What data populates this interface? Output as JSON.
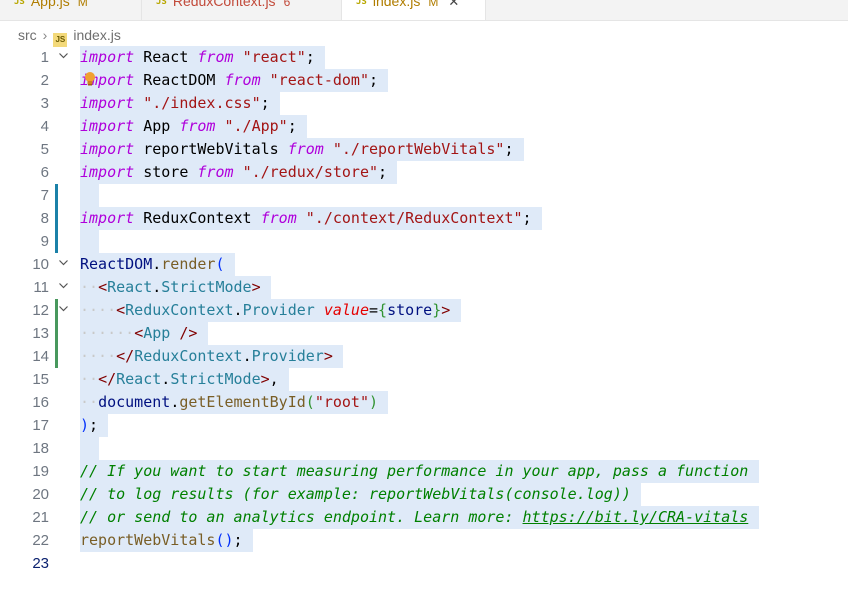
{
  "tabs": [
    {
      "label": "App.js",
      "badge": "M",
      "state": "modified"
    },
    {
      "label": "ReduxContext.js",
      "badge": "6",
      "state": "error"
    },
    {
      "label": "index.js",
      "badge": "M",
      "state": "active"
    }
  ],
  "icons": {
    "js_file": "js-file-icon",
    "close": "close-icon",
    "lightbulb": "lightbulb-icon",
    "fold": "chevron-down-icon"
  },
  "breadcrumb": {
    "folder": "src",
    "file": "index.js"
  },
  "colors": {
    "keyword": "#af00db",
    "string": "#a31515",
    "comment": "#008000",
    "selection": "#dfeaf8",
    "gutter_modified": "#1b81a8",
    "gutter_added": "#48985d"
  },
  "lines": [
    {
      "n": "1",
      "fold": true,
      "tokens": [
        [
          "kw",
          "import"
        ],
        [
          "punc",
          " React "
        ],
        [
          "kw",
          "from"
        ],
        [
          "punc",
          " "
        ],
        [
          "str",
          "\"react\""
        ],
        [
          "punc",
          ";"
        ]
      ]
    },
    {
      "n": "2",
      "tokens": [
        [
          "kw",
          "import"
        ],
        [
          "punc",
          " ReactDOM "
        ],
        [
          "kw",
          "from"
        ],
        [
          "punc",
          " "
        ],
        [
          "str",
          "\"react-dom\""
        ],
        [
          "punc",
          ";"
        ]
      ]
    },
    {
      "n": "3",
      "tokens": [
        [
          "kw",
          "import"
        ],
        [
          "punc",
          " "
        ],
        [
          "str",
          "\"./index.css\""
        ],
        [
          "punc",
          ";"
        ]
      ]
    },
    {
      "n": "4",
      "tokens": [
        [
          "kw",
          "import"
        ],
        [
          "punc",
          " App "
        ],
        [
          "kw",
          "from"
        ],
        [
          "punc",
          " "
        ],
        [
          "str",
          "\"./App\""
        ],
        [
          "punc",
          ";"
        ]
      ]
    },
    {
      "n": "5",
      "tokens": [
        [
          "kw",
          "import"
        ],
        [
          "punc",
          " reportWebVitals "
        ],
        [
          "kw",
          "from"
        ],
        [
          "punc",
          " "
        ],
        [
          "str",
          "\"./reportWebVitals\""
        ],
        [
          "punc",
          ";"
        ]
      ]
    },
    {
      "n": "6",
      "tokens": [
        [
          "kw",
          "import"
        ],
        [
          "punc",
          " store "
        ],
        [
          "kw",
          "from"
        ],
        [
          "punc",
          " "
        ],
        [
          "str",
          "\"./redux/store\""
        ],
        [
          "punc",
          ";"
        ]
      ]
    },
    {
      "n": "7",
      "tokens": []
    },
    {
      "n": "8",
      "tokens": [
        [
          "kw",
          "import"
        ],
        [
          "punc",
          " ReduxContext "
        ],
        [
          "kw",
          "from"
        ],
        [
          "punc",
          " "
        ],
        [
          "str",
          "\"./context/ReduxContext\""
        ],
        [
          "punc",
          ";"
        ]
      ]
    },
    {
      "n": "9",
      "tokens": []
    },
    {
      "n": "10",
      "fold": true,
      "tokens": [
        [
          "id",
          "ReactDOM"
        ],
        [
          "punc",
          "."
        ],
        [
          "fn",
          "render"
        ],
        [
          "br1",
          "("
        ]
      ]
    },
    {
      "n": "11",
      "fold": true,
      "tokens": [
        [
          "dots",
          "··"
        ],
        [
          "tag",
          "<"
        ],
        [
          "cmp",
          "React"
        ],
        [
          "punc",
          "."
        ],
        [
          "cmp",
          "StrictMode"
        ],
        [
          "tag",
          ">"
        ]
      ]
    },
    {
      "n": "12",
      "fold": true,
      "tokens": [
        [
          "dots",
          "····"
        ],
        [
          "tag",
          "<"
        ],
        [
          "cmp",
          "ReduxContext"
        ],
        [
          "punc",
          "."
        ],
        [
          "cmp",
          "Provider"
        ],
        [
          "punc",
          " "
        ],
        [
          "attr",
          "value"
        ],
        [
          "punc",
          "="
        ],
        [
          "br2",
          "{"
        ],
        [
          "id",
          "store"
        ],
        [
          "br2",
          "}"
        ],
        [
          "tag",
          ">"
        ]
      ]
    },
    {
      "n": "13",
      "tokens": [
        [
          "dots",
          "······"
        ],
        [
          "tag",
          "<"
        ],
        [
          "cmp",
          "App"
        ],
        [
          "punc",
          " "
        ],
        [
          "tag",
          "/>"
        ]
      ]
    },
    {
      "n": "14",
      "tokens": [
        [
          "dots",
          "····"
        ],
        [
          "tag",
          "</"
        ],
        [
          "cmp",
          "ReduxContext"
        ],
        [
          "punc",
          "."
        ],
        [
          "cmp",
          "Provider"
        ],
        [
          "tag",
          ">"
        ]
      ]
    },
    {
      "n": "15",
      "tokens": [
        [
          "dots",
          "··"
        ],
        [
          "tag",
          "</"
        ],
        [
          "cmp",
          "React"
        ],
        [
          "punc",
          "."
        ],
        [
          "cmp",
          "StrictMode"
        ],
        [
          "tag",
          ">"
        ],
        [
          "punc",
          ","
        ]
      ]
    },
    {
      "n": "16",
      "tokens": [
        [
          "dots",
          "··"
        ],
        [
          "id",
          "document"
        ],
        [
          "punc",
          "."
        ],
        [
          "fn",
          "getElementById"
        ],
        [
          "br2",
          "("
        ],
        [
          "str",
          "\"root\""
        ],
        [
          "br2",
          ")"
        ]
      ]
    },
    {
      "n": "17",
      "tokens": [
        [
          "br1",
          ")"
        ],
        [
          "punc",
          ";"
        ]
      ]
    },
    {
      "n": "18",
      "tokens": []
    },
    {
      "n": "19",
      "tokens": [
        [
          "cm",
          "// If you want to start measuring performance in your app, pass a function"
        ]
      ]
    },
    {
      "n": "20",
      "tokens": [
        [
          "cm",
          "// to log results (for example: reportWebVitals(console.log))"
        ]
      ]
    },
    {
      "n": "21",
      "tokens": [
        [
          "cm",
          "// or send to an analytics endpoint. Learn more: "
        ],
        [
          "cm link",
          "https://bit.ly/CRA-vitals"
        ]
      ]
    },
    {
      "n": "22",
      "tokens": [
        [
          "fn",
          "reportWebVitals"
        ],
        [
          "br1",
          "("
        ],
        [
          "br1",
          ")"
        ],
        [
          "punc",
          ";"
        ]
      ]
    },
    {
      "n": "23",
      "current": true,
      "tokens": []
    }
  ]
}
